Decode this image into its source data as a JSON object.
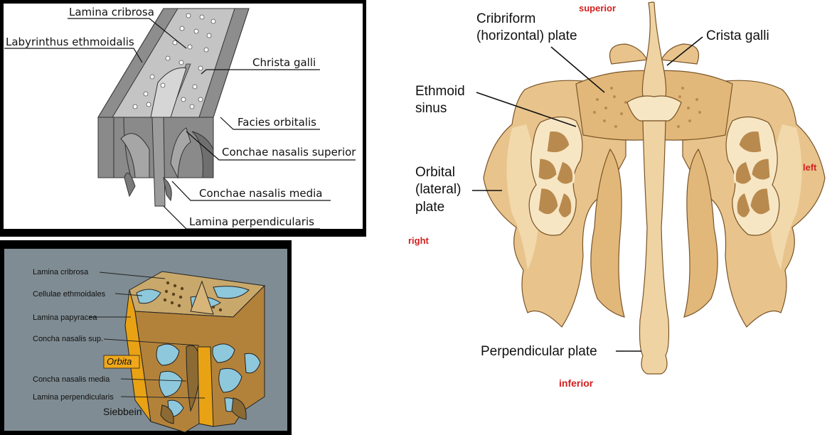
{
  "panel_top_left": {
    "labels": {
      "lamina_cribrosa": "Lamina cribrosa",
      "labyrinthus": "Labyrinthus ethmoidalis",
      "christa_galli": "Christa galli",
      "facies_orbitalis": "Facies orbitalis",
      "conchae_superior": "Conchae nasalis superior",
      "conchae_media": "Conchae nasalis media",
      "lamina_perpendicularis": "Lamina perpendicularis"
    }
  },
  "panel_bottom_left": {
    "labels": {
      "lamina_cribrosa": "Lamina cribrosa",
      "cellulae": "Cellulae ethmoidales",
      "lamina_papyracea": "Lamina papyracea",
      "concha_sup": "Concha nasalis sup.",
      "orbita": "Orbita",
      "concha_media": "Concha nasalis media",
      "lamina_perpendicularis": "Lamina perpendicularis",
      "caption": "Siebbein"
    }
  },
  "panel_right": {
    "labels": {
      "cribriform": "Cribriform",
      "cribriform_2": "(horizontal) plate",
      "crista_galli": "Crista galli",
      "ethmoid": "Ethmoid",
      "ethmoid_2": "sinus",
      "orbital": "Orbital",
      "orbital_2": "(lateral)",
      "orbital_3": "plate",
      "perpendicular": "Perpendicular plate"
    },
    "orientation": {
      "superior": "superior",
      "inferior": "inferior",
      "right": "right",
      "left": "left"
    }
  },
  "colors": {
    "bone": "#e8c48c",
    "bone_light": "#f7e6c4",
    "bone_dark": "#b98a4e",
    "orange": "#e8a214",
    "cell_blue": "#8ec8dc",
    "slate": "#7f8c93",
    "orientation_red": "#d42020"
  }
}
